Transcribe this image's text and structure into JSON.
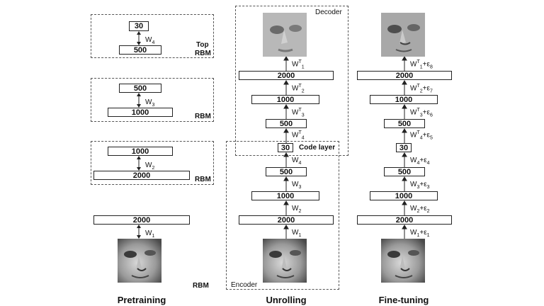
{
  "pretraining": {
    "caption": "Pretraining",
    "rbm_top": {
      "tag1": "Top",
      "tag2": "RBM",
      "upper": "30",
      "lower": "500",
      "weight": "W",
      "weight_idx": "4"
    },
    "rbm3": {
      "tag": "RBM",
      "upper": "500",
      "lower": "1000",
      "weight": "W",
      "weight_idx": "3"
    },
    "rbm2": {
      "tag": "RBM",
      "upper": "1000",
      "lower": "2000",
      "weight": "W",
      "weight_idx": "2"
    },
    "rbm1": {
      "tag": "RBM",
      "upper": "2000",
      "weight": "W",
      "weight_idx": "1"
    }
  },
  "unrolling": {
    "caption": "Unrolling",
    "decoder_label": "Decoder",
    "encoder_label": "Encoder",
    "code_layer_label": "Code layer",
    "layers_decoder": [
      "2000",
      "1000",
      "500"
    ],
    "code": "30",
    "layers_encoder": [
      "500",
      "1000",
      "2000"
    ],
    "dec_weights": [
      {
        "w": "W",
        "idx": "1",
        "sup": "T"
      },
      {
        "w": "W",
        "idx": "2",
        "sup": "T"
      },
      {
        "w": "W",
        "idx": "3",
        "sup": "T"
      },
      {
        "w": "W",
        "idx": "4",
        "sup": "T"
      }
    ],
    "enc_weights": [
      {
        "w": "W",
        "idx": "4"
      },
      {
        "w": "W",
        "idx": "3"
      },
      {
        "w": "W",
        "idx": "2"
      },
      {
        "w": "W",
        "idx": "1"
      }
    ]
  },
  "finetuning": {
    "caption": "Fine-tuning",
    "layers_decoder": [
      "2000",
      "1000",
      "500"
    ],
    "code": "30",
    "layers_encoder": [
      "500",
      "1000",
      "2000"
    ],
    "dec_weights": [
      {
        "w": "W",
        "idx": "1",
        "sup": "T",
        "eps": "+ε",
        "eidx": "8"
      },
      {
        "w": "W",
        "idx": "2",
        "sup": "T",
        "eps": "+ε",
        "eidx": "7"
      },
      {
        "w": "W",
        "idx": "3",
        "sup": "T",
        "eps": "+ε",
        "eidx": "6"
      },
      {
        "w": "W",
        "idx": "4",
        "sup": "T",
        "eps": "+ε",
        "eidx": "5"
      }
    ],
    "enc_weights": [
      {
        "w": "W",
        "idx": "4",
        "eps": "+ε",
        "eidx": "4"
      },
      {
        "w": "W",
        "idx": "3",
        "eps": "+ε",
        "eidx": "3"
      },
      {
        "w": "W",
        "idx": "2",
        "eps": "+ε",
        "eidx": "2"
      },
      {
        "w": "W",
        "idx": "1",
        "eps": "+ε",
        "eidx": "1"
      }
    ]
  },
  "icons": {
    "face": "face-photo"
  }
}
